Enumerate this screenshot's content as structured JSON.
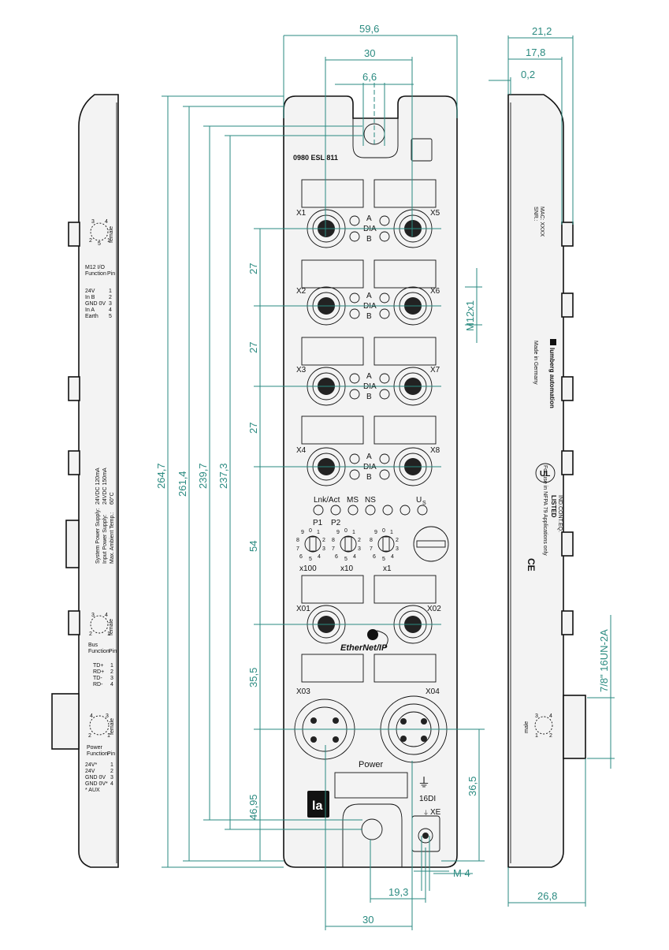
{
  "dimensions": {
    "top_width": "59,6",
    "top_30": "30",
    "top_6_6": "6,6",
    "right_21_2": "21,2",
    "right_17_8": "17,8",
    "right_0_2": "0,2",
    "h_264_7": "264,7",
    "h_261_4": "261,4",
    "h_239_7": "239,7",
    "h_237_3": "237,3",
    "pitch_a": "27",
    "pitch_b": "27",
    "pitch_c": "27",
    "pitch_54": "54",
    "pitch_35_5": "35,5",
    "pitch_46_95": "46,95",
    "m12": "M12x1",
    "conn_7_8": "7/8\" 16UN-2A",
    "d_36_5": "36,5",
    "m4": "M 4",
    "b_19_3": "19,3",
    "b_30": "30",
    "b_26_8": "26,8"
  },
  "front": {
    "part_number": "0980 ESL 811",
    "ports": {
      "x1": "X1",
      "x2": "X2",
      "x3": "X3",
      "x4": "X4",
      "x5": "X5",
      "x6": "X6",
      "x7": "X7",
      "x8": "X8",
      "x01": "X01",
      "x02": "X02",
      "x03": "X03",
      "x04": "X04"
    },
    "led_a": "A",
    "led_dia": "DIA",
    "led_b": "B",
    "status_lnk": "Lnk/Act",
    "status_ms": "MS",
    "status_ns": "NS",
    "status_us": "U",
    "status_us_sub": "S",
    "p1": "P1",
    "p2": "P2",
    "dial_x100": "x100",
    "dial_x10": "x10",
    "dial_x1": "x1",
    "dial_digits": [
      "9",
      "0",
      "1",
      "8",
      "2",
      "7",
      "3",
      "6",
      "5",
      "4"
    ],
    "ethernet_ip": "EtherNet/IP",
    "power_label": "Power",
    "di_label": "16DI",
    "xe_label": "XE",
    "logo": "la"
  },
  "left_label": {
    "m12_connector": {
      "pins": [
        "3",
        "4",
        "2",
        "5",
        "1"
      ],
      "gender": "female"
    },
    "m12_title": "M12 I/O",
    "m12_function_hdr": "Function",
    "m12_pin_hdr": "Pin",
    "m12_functions": [
      "24V",
      "In B",
      "GND 0V",
      "In A",
      "Earth"
    ],
    "m12_pins": [
      "1",
      "2",
      "3",
      "4",
      "5"
    ],
    "supply_lines": [
      "System Power Supply:",
      "Input Power Supply:",
      "Max. Ambient Temp.:"
    ],
    "supply_values": [
      "24VDC 120mA",
      "24VDC 150mA",
      "60°C"
    ],
    "bus_connector": {
      "pins": [
        "3",
        "4",
        "2",
        "1"
      ],
      "gender": "female"
    },
    "bus_title": "Bus",
    "bus_function_hdr": "Function",
    "bus_pin_hdr": "Pin",
    "bus_functions": [
      "TD+",
      "RD+",
      "TD-",
      "RD-"
    ],
    "bus_pins": [
      "1",
      "2",
      "3",
      "4"
    ],
    "power_connector": {
      "pins": [
        "4",
        "3",
        "2",
        "1"
      ],
      "gender": "female"
    },
    "power_title": "Power",
    "power_function_hdr": "Function",
    "power_pin_hdr": "Pin",
    "power_functions": [
      "24V*",
      "24V",
      "GND 0V",
      "GND 0V*",
      "* AUX"
    ],
    "power_pins": [
      "1",
      "2",
      "3",
      "4"
    ]
  },
  "right_label": {
    "mac": "MAC: XXXX",
    "snr": "SNR.:",
    "brand": "lumberg automation",
    "made_in": "Made in Germany",
    "nfpa": "For use in NFPA 79 Applications only",
    "listed": "LISTED",
    "listed_sub": "IND.CONT.EQ.",
    "ce": "CE",
    "male_connector": {
      "pins": [
        "3",
        "4",
        "1",
        "2"
      ],
      "gender": "male"
    }
  },
  "colors": {
    "dimension": "#2a8a80",
    "outline": "#111111",
    "body": "#f3f3f3"
  }
}
